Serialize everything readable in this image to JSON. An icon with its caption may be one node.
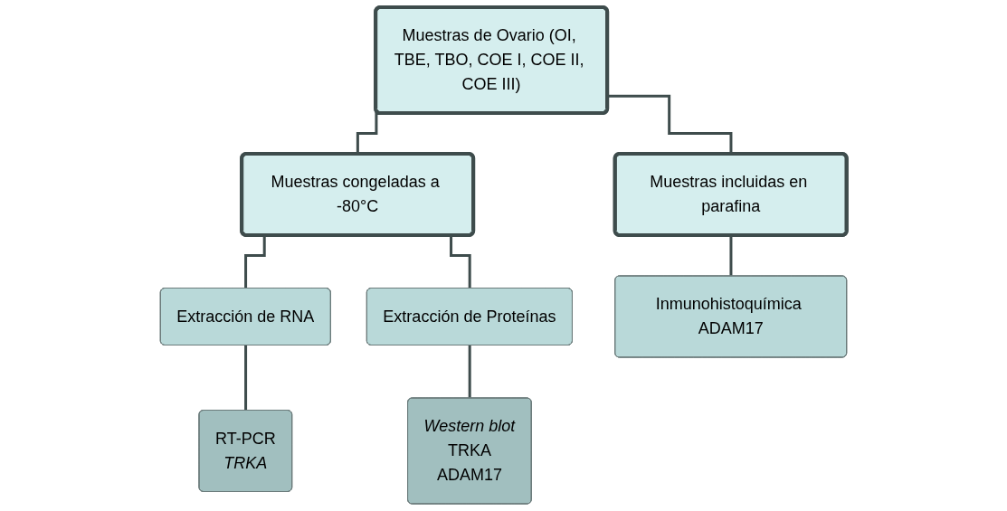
{
  "diagram": {
    "nodes": [
      {
        "text": [
          "Muestras de Ovario (OI, TBE, TBO, COE I, COE II, COE III)"
        ]
      },
      {
        "text": [
          "Muestras congeladas a -80°C"
        ]
      },
      {
        "text": [
          "Muestras incluidas en parafina"
        ]
      },
      {
        "text": [
          "Extracción de RNA"
        ]
      },
      {
        "text": [
          "Extracción de Proteínas"
        ]
      },
      {
        "text": [
          "Inmunohistoquímica ADAM17"
        ]
      },
      {
        "text": [
          "RT-PCR",
          "*TRKA*"
        ]
      },
      {
        "text": [
          "*Western blot*",
          "TRKA",
          "ADAM17"
        ]
      }
    ],
    "edges": [
      {
        "from": 0,
        "to": 1,
        "arrow": "none"
      },
      {
        "from": 0,
        "to": 2,
        "arrow": "none"
      },
      {
        "from": 1,
        "to": 3,
        "arrow": "none"
      },
      {
        "from": 1,
        "to": 4,
        "arrow": "none"
      },
      {
        "from": 2,
        "to": 5,
        "arrow": "none"
      },
      {
        "from": 3,
        "to": 6,
        "arrow": "none"
      },
      {
        "from": 4,
        "to": 7,
        "arrow": "none"
      }
    ]
  }
}
